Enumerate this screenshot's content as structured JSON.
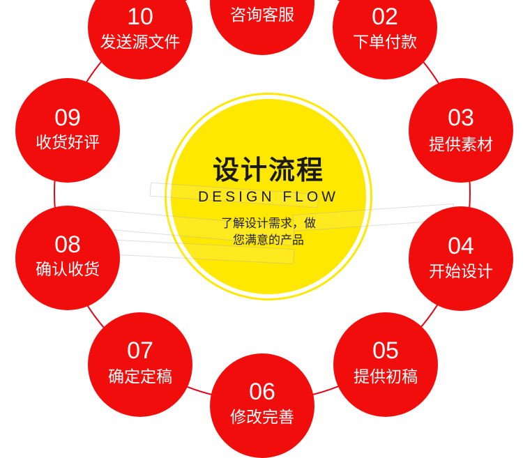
{
  "colors": {
    "step_fill": "#f20d0d",
    "ring_line": "#e60012",
    "center_fill": "#ffe800",
    "text_dark": "#1a1a1a"
  },
  "center": {
    "title": "设计流程",
    "subtitle": "DESIGN FLOW",
    "desc_line1": "了解设计需求，做",
    "desc_line2": "您满意的产品"
  },
  "steps": [
    {
      "num": "",
      "label": "咨询客服"
    },
    {
      "num": "02",
      "label": "下单付款"
    },
    {
      "num": "03",
      "label": "提供素材"
    },
    {
      "num": "04",
      "label": "开始设计"
    },
    {
      "num": "05",
      "label": "提供初稿"
    },
    {
      "num": "06",
      "label": "修改完善"
    },
    {
      "num": "07",
      "label": "确定定稿"
    },
    {
      "num": "08",
      "label": "确认收货"
    },
    {
      "num": "09",
      "label": "收货好评"
    },
    {
      "num": "10",
      "label": "发送源文件"
    }
  ]
}
